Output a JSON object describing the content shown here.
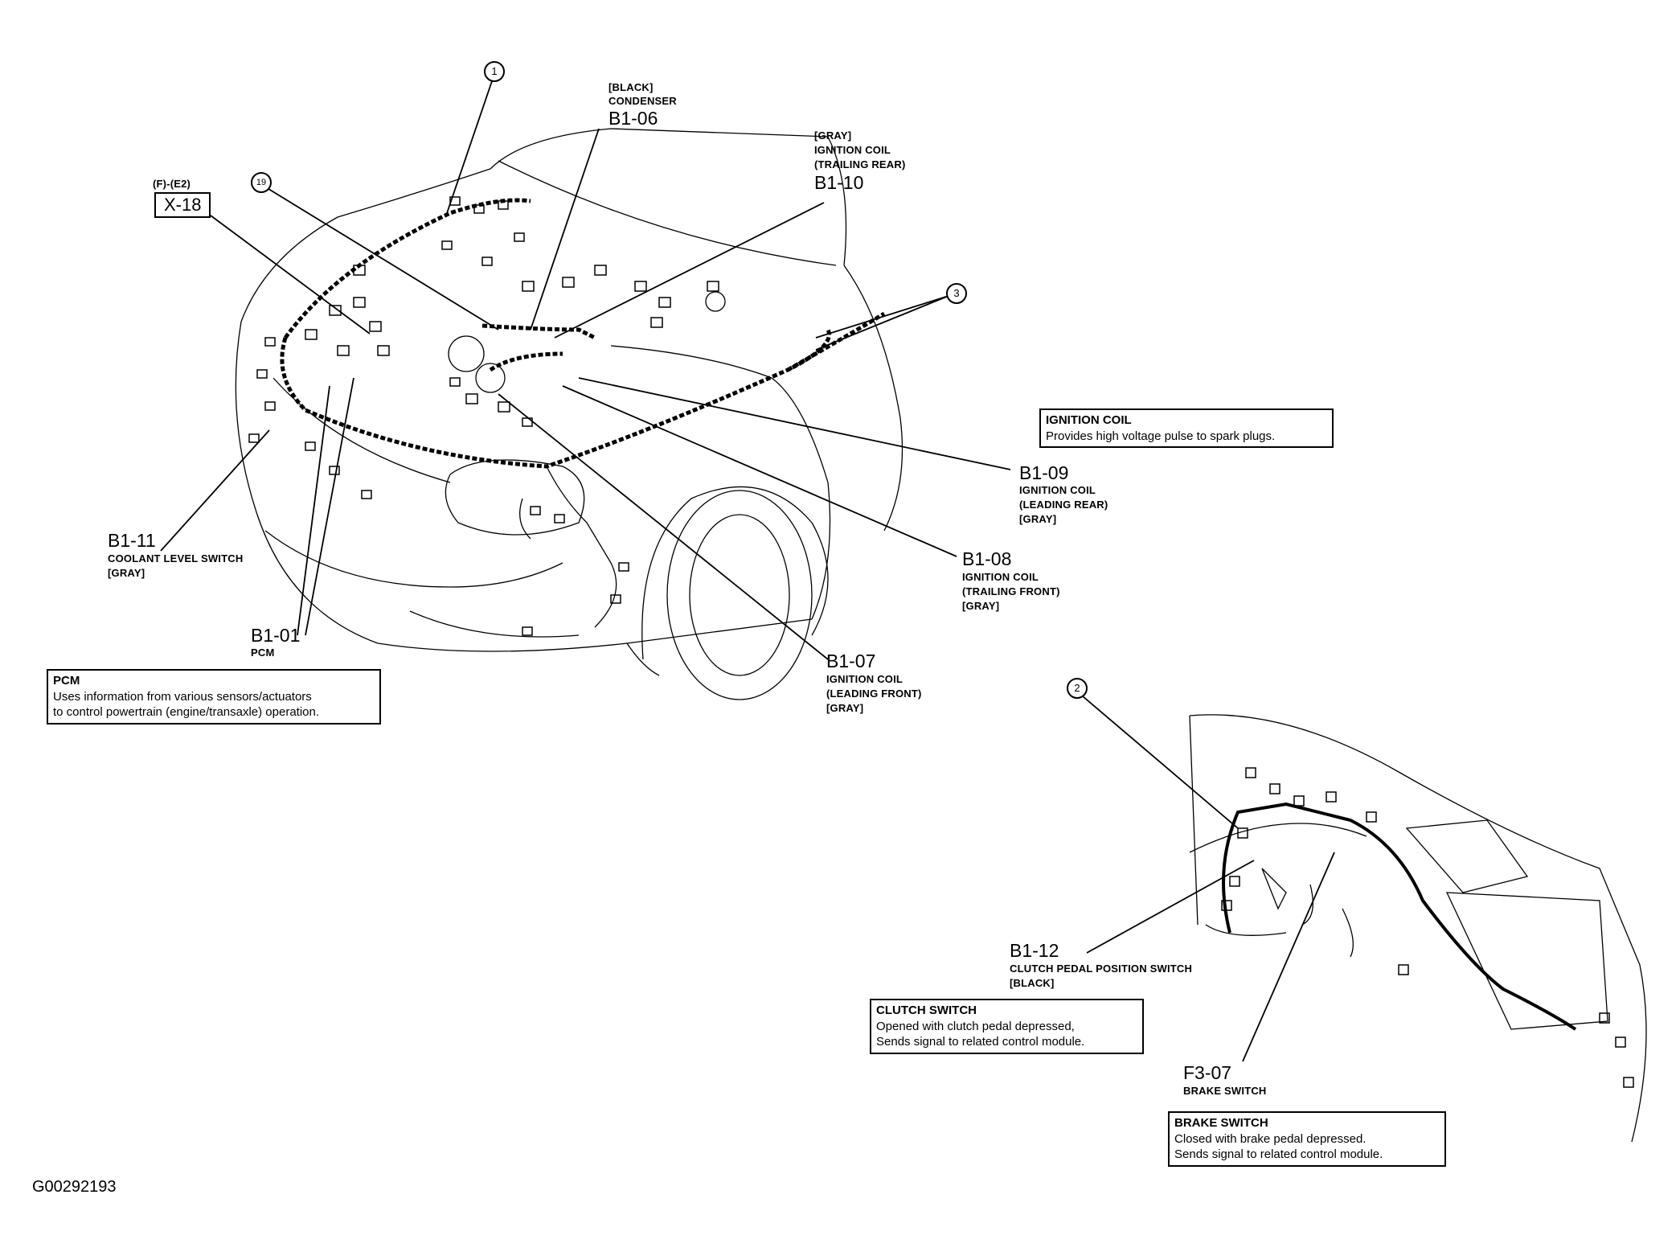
{
  "figure_id": "G00292193",
  "callouts": {
    "c1": "1",
    "c2": "2",
    "c3": "3",
    "c19": "19"
  },
  "x18": {
    "code_ref": "(F)-(E2)",
    "code": "X-18"
  },
  "connectors": {
    "b1_06": {
      "color": "[BLACK]",
      "name": "CONDENSER",
      "code": "B1-06"
    },
    "b1_10": {
      "color": "[GRAY]",
      "name1": "IGNITION COIL",
      "name2": "(TRAILING REAR)",
      "code": "B1-10"
    },
    "b1_09": {
      "code": "B1-09",
      "name1": "IGNITION COIL",
      "name2": "(LEADING REAR)",
      "color": "[GRAY]"
    },
    "b1_08": {
      "code": "B1-08",
      "name1": "IGNITION COIL",
      "name2": "(TRAILING FRONT)",
      "color": "[GRAY]"
    },
    "b1_07": {
      "code": "B1-07",
      "name1": "IGNITION COIL",
      "name2": "(LEADING FRONT)",
      "color": "[GRAY]"
    },
    "b1_11": {
      "code": "B1-11",
      "name": "COOLANT LEVEL SWITCH",
      "color": "[GRAY]"
    },
    "b1_01": {
      "code": "B1-01",
      "name": "PCM"
    },
    "b1_12": {
      "code": "B1-12",
      "name": "CLUTCH PEDAL POSITION SWITCH",
      "color": "[BLACK]"
    },
    "f3_07": {
      "code": "F3-07",
      "name": "BRAKE SWITCH"
    }
  },
  "info_boxes": {
    "ignition_coil": {
      "title": "IGNITION COIL",
      "line1": "Provides high voltage pulse to spark plugs."
    },
    "pcm": {
      "title": "PCM",
      "line1": "Uses information from various sensors/actuators",
      "line2": "to control powertrain (engine/transaxle) operation."
    },
    "clutch_switch": {
      "title": "CLUTCH SWITCH",
      "line1": "Opened with clutch pedal depressed,",
      "line2": "Sends signal to related control module."
    },
    "brake_switch": {
      "title": "BRAKE SWITCH",
      "line1": "Closed with brake pedal depressed.",
      "line2": "Sends signal to related control module."
    }
  }
}
